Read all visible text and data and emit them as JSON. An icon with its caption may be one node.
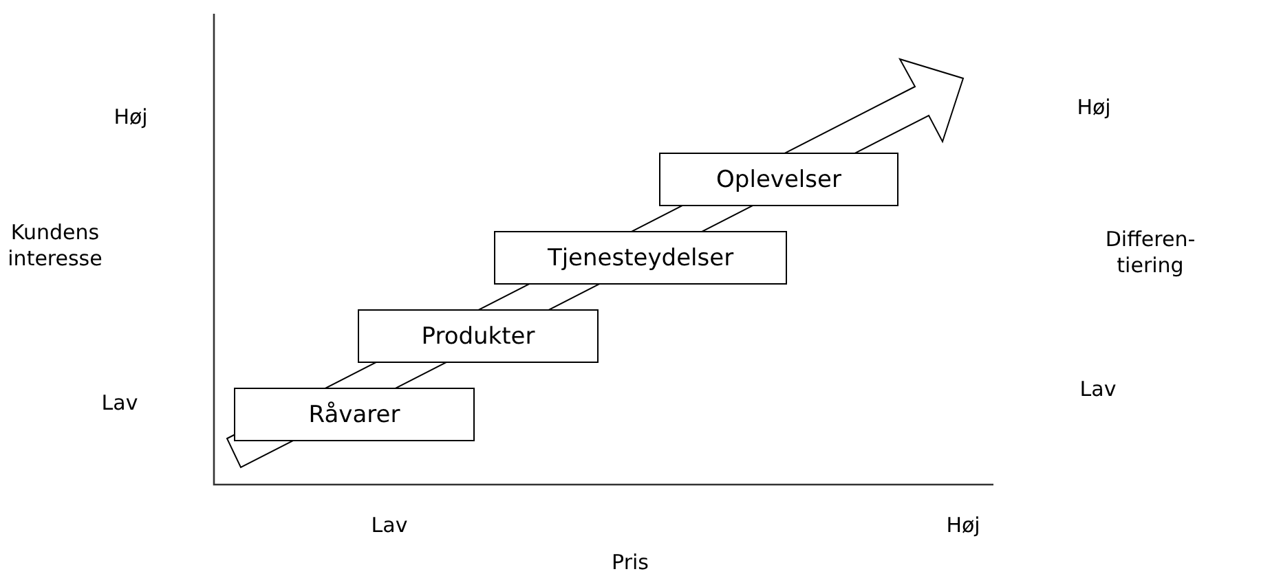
{
  "diagram": {
    "nodes": [
      {
        "text": [
          "Råvarer"
        ]
      },
      {
        "text": [
          "Produkter"
        ]
      },
      {
        "text": [
          "Tjenesteydelser"
        ]
      },
      {
        "text": [
          "Oplevelser"
        ]
      }
    ],
    "labels": [
      "Høj",
      "Høj",
      "Kundens interesse",
      "Differen- tiering",
      "Lav",
      "Lav",
      "Lav",
      "Høj",
      "Pris"
    ]
  }
}
